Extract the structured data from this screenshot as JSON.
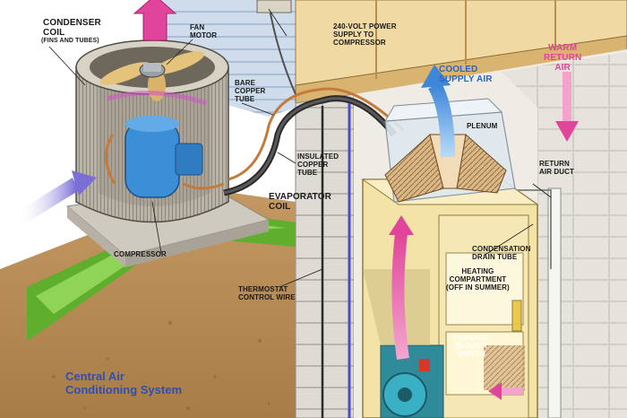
{
  "title_line1": "Central Air",
  "title_line2": "Conditioning System",
  "labels": {
    "condenser_coil": "CONDENSER\nCOIL",
    "condenser_coil_sub": "(FINS AND TUBES)",
    "fan_motor": "FAN\nMOTOR",
    "power_supply": "240-VOLT POWER\nSUPPLY TO\nCOMPRESSOR",
    "bare_copper_tube": "BARE\nCOPPER\nTUBE",
    "cooled_supply_air": "COOLED\nSUPPLY AIR",
    "warm_return_air": "WARM\nRETURN\nAIR",
    "plenum": "PLENUM",
    "insulated_copper_tube": "INSULATED\nCOPPER\nTUBE",
    "evaporator_coil": "EVAPORATOR\nCOIL",
    "return_air_duct": "RETURN\nAIR DUCT",
    "compressor": "COMPRESSOR",
    "condensation_drain_tube": "CONDENSATION\nDRAIN TUBE",
    "heating_compartment": "HEATING\nCOMPARTMENT\n(OFF IN SUMMER)",
    "thermostat_control_wire": "THERMOSTAT\nCONTROL WIRE",
    "furnace_blower_switch": "FURNACE\nBLOWER\nSWITCH"
  },
  "colors": {
    "sky": "#ffffff",
    "siding": "#c9d6e6",
    "wood": "#e8c98a",
    "foundation": "#d9d6cf",
    "grass": "#6fbf3a",
    "soil": "#b98e58",
    "furnace": "#f3e3a6",
    "pink_arrow": "#e0459b",
    "blue_arrow": "#3d86d8",
    "compressor": "#3a8fd6",
    "copper": "#c57a3b",
    "title": "#2f4fb0"
  }
}
